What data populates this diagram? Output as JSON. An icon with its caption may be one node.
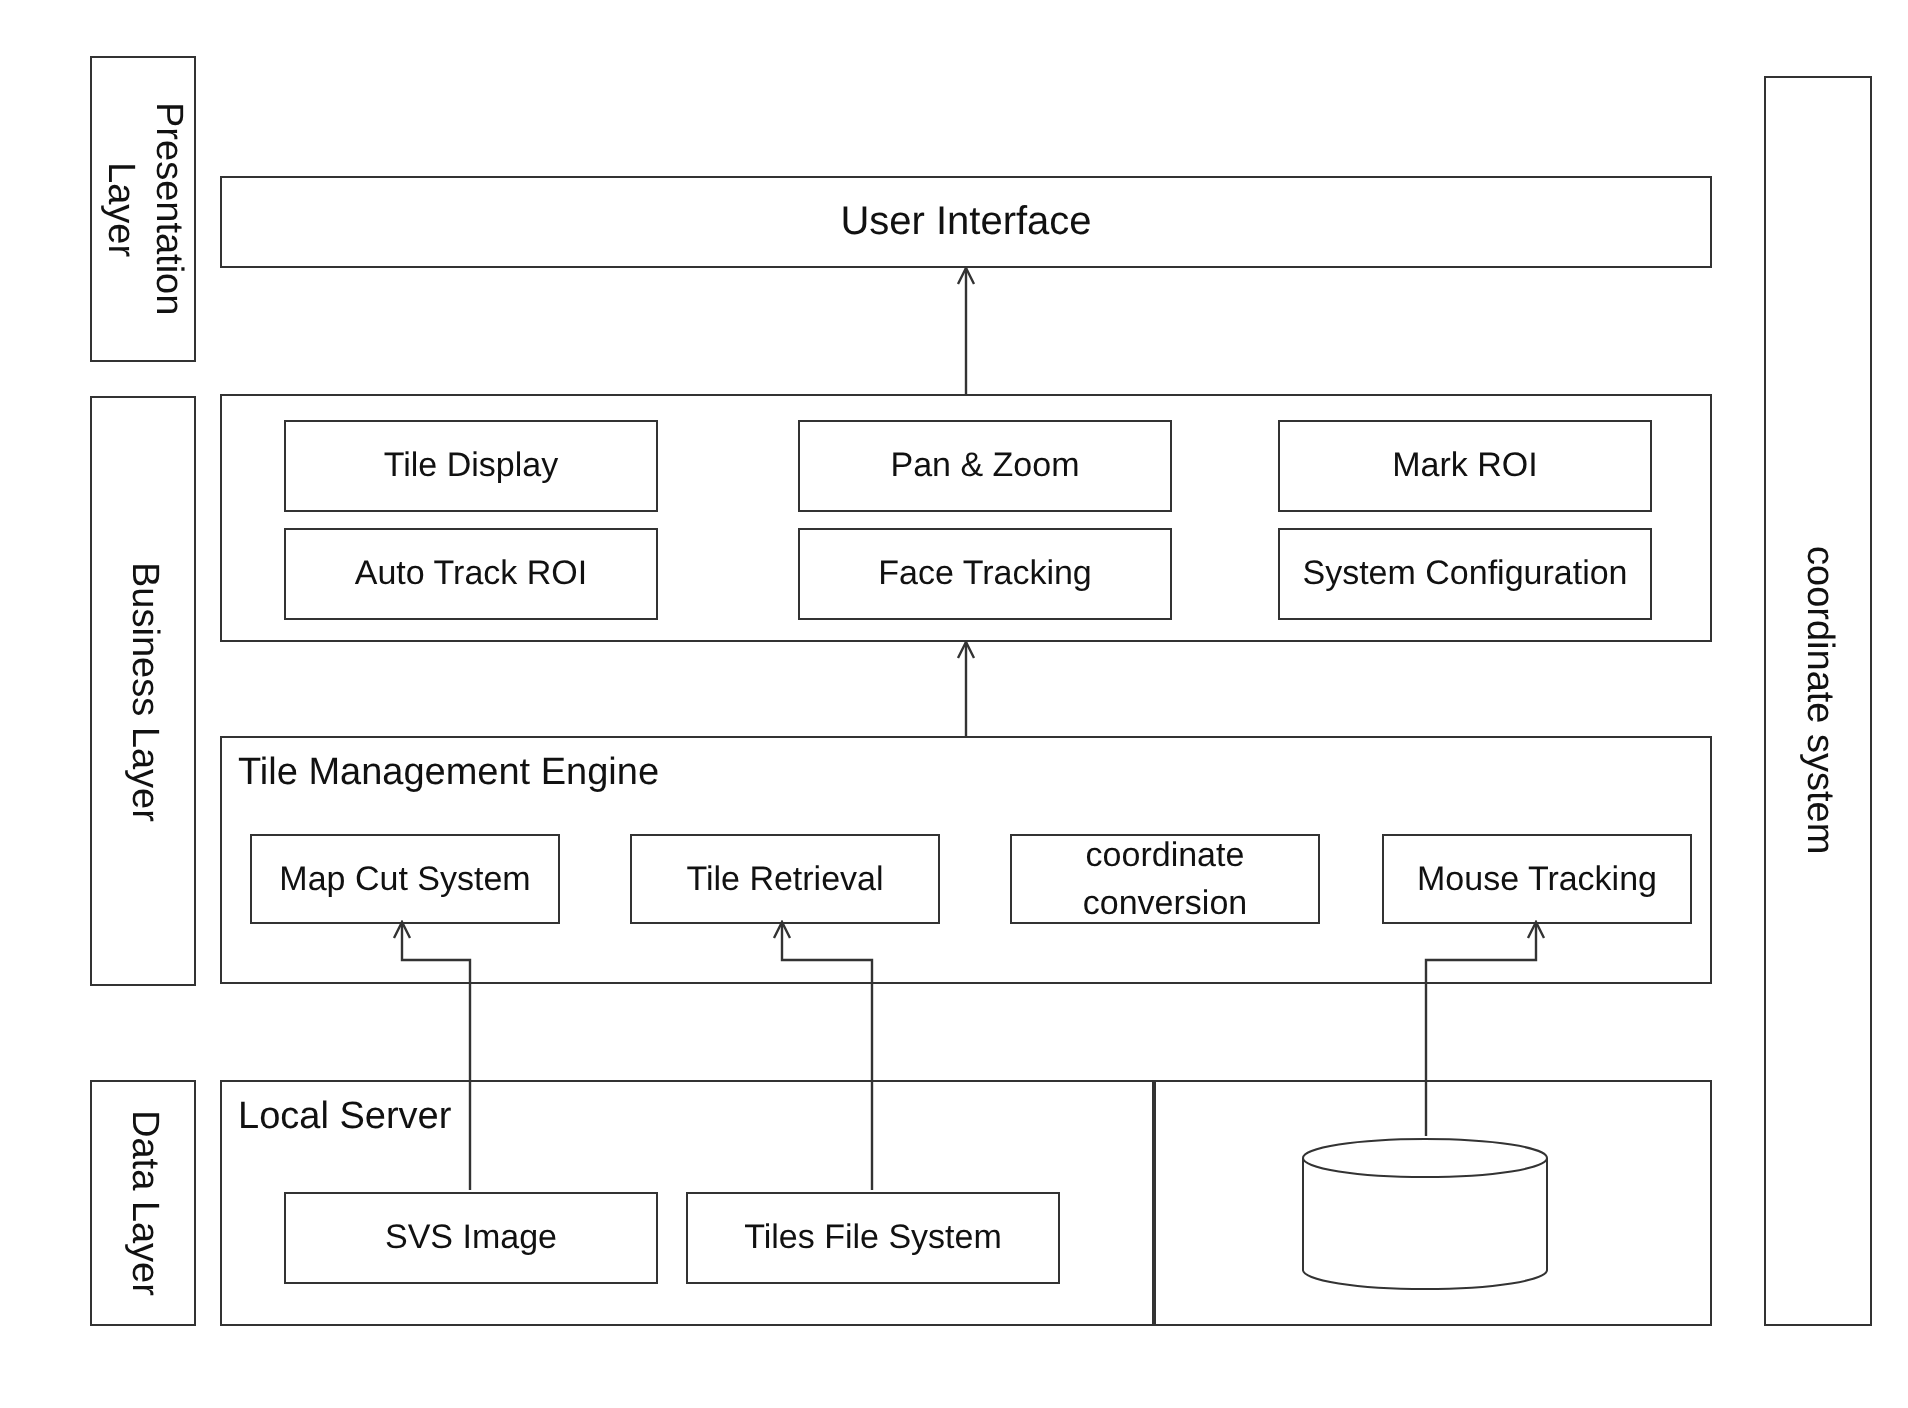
{
  "diagram": {
    "nodes": [
      {
        "text": [
          "Presentation Layer"
        ]
      },
      {
        "text": [
          "User Interface"
        ]
      },
      {
        "text": [
          "coordinate system"
        ]
      },
      {
        "text": [
          "Business Layer"
        ]
      },
      {
        "text": [],
        "shape": "box"
      },
      {
        "text": [
          "Tile Display"
        ],
        "in": 4
      },
      {
        "text": [
          "Pan & Zoom"
        ],
        "in": 4
      },
      {
        "text": [
          "Mark ROI"
        ],
        "in": 4
      },
      {
        "text": [
          "Auto Track ROI"
        ],
        "in": 4
      },
      {
        "text": [
          "Face Tracking"
        ],
        "in": 4
      },
      {
        "text": [
          "System Configuration"
        ],
        "in": 4
      },
      {
        "text": [
          "Tile Management Engine"
        ]
      },
      {
        "text": [
          "Map Cut System"
        ],
        "in": 11
      },
      {
        "text": [
          "Tile Retrieval"
        ],
        "in": 11
      },
      {
        "text": [
          "coordinate conversion"
        ],
        "in": 11
      },
      {
        "text": [
          "Mouse Tracking"
        ],
        "in": 11
      },
      {
        "text": [
          "Data Layer"
        ]
      },
      {
        "text": [
          "Local Server"
        ]
      },
      {
        "text": [
          "SVS Image"
        ],
        "in": 17
      },
      {
        "text": [
          "Tiles File System"
        ],
        "in": 17
      },
      {
        "text": [],
        "shape": "box"
      },
      {
        "text": [],
        "shape": "cylinder",
        "in": 20
      }
    ],
    "edges": [
      {
        "from": 4,
        "to": 1,
        "arrow": "to"
      },
      {
        "from": 11,
        "to": 4,
        "arrow": "to"
      },
      {
        "from": 18,
        "to": 12,
        "arrow": "to"
      },
      {
        "from": 19,
        "to": 13,
        "arrow": "to"
      },
      {
        "from": 21,
        "to": 15,
        "arrow": "to"
      }
    ]
  }
}
